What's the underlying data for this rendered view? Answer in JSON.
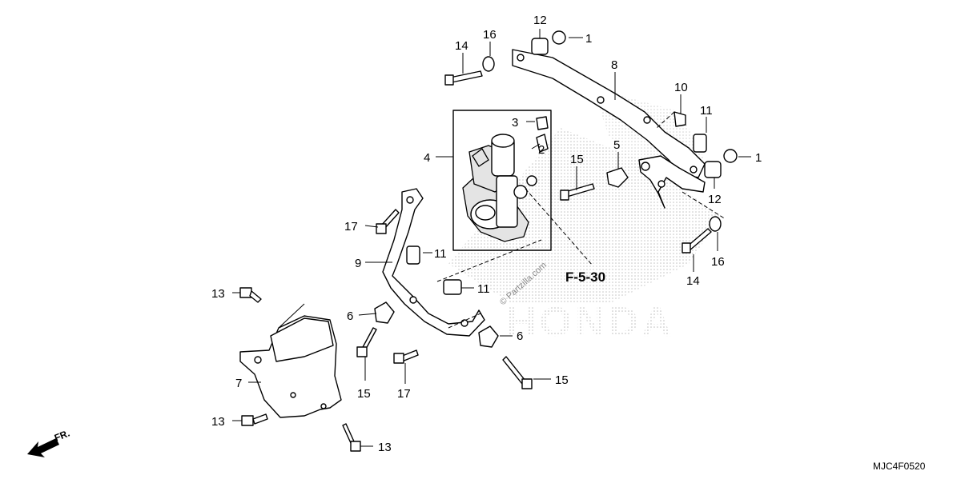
{
  "callouts": {
    "c1a": "1",
    "c1b": "1",
    "c2": "2",
    "c3": "3",
    "c4": "4",
    "c5": "5",
    "c6a": "6",
    "c6b": "6",
    "c7": "7",
    "c8": "8",
    "c9": "9",
    "c10": "10",
    "c11a": "11",
    "c11b": "11",
    "c11c": "11",
    "c12a": "12",
    "c12b": "12",
    "c13a": "13",
    "c13b": "13",
    "c13c": "13",
    "c14a": "14",
    "c14b": "14",
    "c15a": "15",
    "c15b": "15",
    "c15c": "15",
    "c16a": "16",
    "c16b": "16",
    "c17a": "17",
    "c17b": "17"
  },
  "reference": "F-5-30",
  "diagram_code": "MJC4F0520",
  "direction_label": "FR.",
  "watermark": "© Partzilla.com",
  "brand_mark": "HONDA",
  "icons": [
    "front-direction-arrow-icon"
  ]
}
